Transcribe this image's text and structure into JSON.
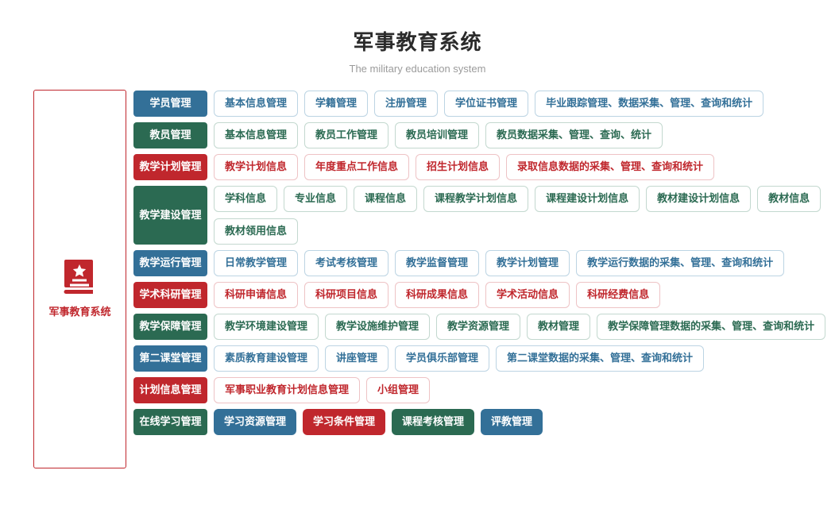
{
  "header": {
    "title": "军事教育系统",
    "subtitle": "The military education system"
  },
  "sidebar": {
    "icon": "book-star-icon",
    "label": "军事教育系统",
    "border_color": "#c0272d"
  },
  "colors": {
    "blue": "#337098",
    "green": "#2b6a52",
    "red": "#c0272d",
    "title": "#2b2b2b",
    "subtitle": "#9b9b9b"
  },
  "rows": [
    {
      "label": "学员管理",
      "color": "blue",
      "style": "outline",
      "items": [
        "基本信息管理",
        "学籍管理",
        "注册管理",
        "学位证书管理",
        "毕业跟踪管理、数据采集、管理、查询和统计"
      ]
    },
    {
      "label": "教员管理",
      "color": "green",
      "style": "outline",
      "items": [
        "基本信息管理",
        "教员工作管理",
        "教员培训管理",
        "教员数据采集、管理、查询、统计"
      ]
    },
    {
      "label": "教学计划管理",
      "color": "red",
      "style": "outline",
      "items": [
        "教学计划信息",
        "年度重点工作信息",
        "招生计划信息",
        "录取信息数据的采集、管理、查询和统计"
      ]
    },
    {
      "label": "教学建设管理",
      "color": "green",
      "style": "outline",
      "items": [
        "学科信息",
        "专业信息",
        "课程信息",
        "课程教学计划信息",
        "课程建设计划信息",
        "教材建设计划信息",
        "教材信息",
        "教材领用信息"
      ]
    },
    {
      "label": "教学运行管理",
      "color": "blue",
      "style": "outline",
      "items": [
        "日常教学管理",
        "考试考核管理",
        "教学监督管理",
        "教学计划管理",
        "教学运行数据的采集、管理、查询和统计"
      ]
    },
    {
      "label": "学术科研管理",
      "color": "red",
      "style": "outline",
      "items": [
        "科研申请信息",
        "科研项目信息",
        "科研成果信息",
        "学术活动信息",
        "科研经费信息"
      ]
    },
    {
      "label": "教学保障管理",
      "color": "green",
      "style": "outline",
      "items": [
        "教学环境建设管理",
        "教学设施维护管理",
        "教学资源管理",
        "教材管理",
        "教学保障管理数据的采集、管理、查询和统计"
      ]
    },
    {
      "label": "第二课堂管理",
      "color": "blue",
      "style": "outline",
      "items": [
        "素质教育建设管理",
        "讲座管理",
        "学员俱乐部管理",
        "第二课堂数据的采集、管理、查询和统计"
      ]
    },
    {
      "label": "计划信息管理",
      "color": "red",
      "style": "outline",
      "items": [
        "军事职业教育计划信息管理",
        "小组管理"
      ]
    },
    {
      "label": "在线学习管理",
      "color": "green",
      "style": "solid",
      "items": [
        "学习资源管理",
        "学习条件管理",
        "课程考核管理",
        "评教管理"
      ],
      "item_colors": [
        "blue",
        "red",
        "green",
        "blue"
      ]
    }
  ]
}
